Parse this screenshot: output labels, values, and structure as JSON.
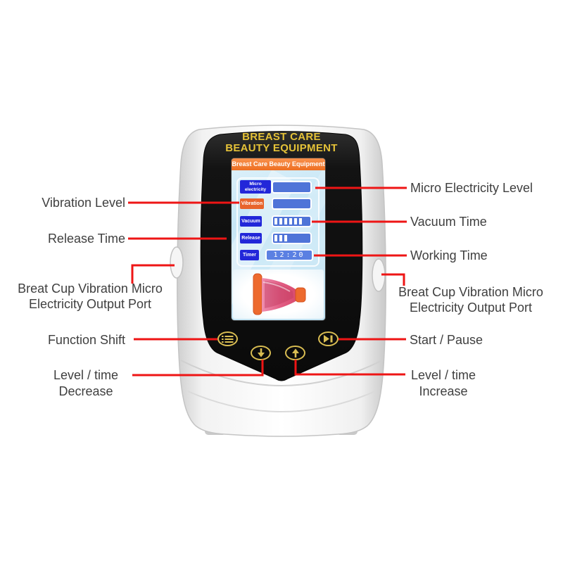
{
  "device": {
    "brand_title_lines": [
      "BREAST CARE",
      "BEAUTY EQUIPMENT"
    ],
    "screen": {
      "header_title": "Breast Care Beauty Equipment",
      "rows": [
        {
          "label": "Micro electricity",
          "kind": "bar",
          "filled_segments": 0
        },
        {
          "label": "Vibration",
          "kind": "bar",
          "filled_segments": 0,
          "active": true
        },
        {
          "label": "Vacuum",
          "kind": "bar",
          "filled_segments": 6
        },
        {
          "label": "Release",
          "kind": "bar",
          "filled_segments": 3
        },
        {
          "label": "Timer",
          "kind": "time",
          "value": "12:20"
        }
      ]
    },
    "buttons": [
      {
        "name": "function-shift",
        "icon": "menu-list"
      },
      {
        "name": "level-time-decrease",
        "icon": "arrow-down"
      },
      {
        "name": "level-time-increase",
        "icon": "arrow-up"
      },
      {
        "name": "start-pause",
        "icon": "play-pause"
      }
    ]
  },
  "callouts": {
    "left": [
      {
        "label": "Vibration Level"
      },
      {
        "label": "Release Time"
      },
      {
        "label": "Breat Cup Vibration Micro Electricity Output Port"
      },
      {
        "label": "Function Shift"
      },
      {
        "label": "Level / time Decrease"
      }
    ],
    "right": [
      {
        "label": "Micro Electricity Level"
      },
      {
        "label": "Vacuum Time"
      },
      {
        "label": "Working Time"
      },
      {
        "label": "Breat Cup Vibration Micro Electricity Output Port"
      },
      {
        "label": "Start / Pause"
      },
      {
        "label": "Level / time Increase"
      }
    ]
  },
  "colors": {
    "callout_line": "#ee1515",
    "label_text": "#3f3f3f",
    "brand_yellow": "#e5c238",
    "header_orange": "#ee6f22",
    "row_label_blue": "#2227d9",
    "row_label_orange": "#e8642c",
    "bar_blue": "#4f74d8",
    "button_gold": "#d9bd52"
  }
}
